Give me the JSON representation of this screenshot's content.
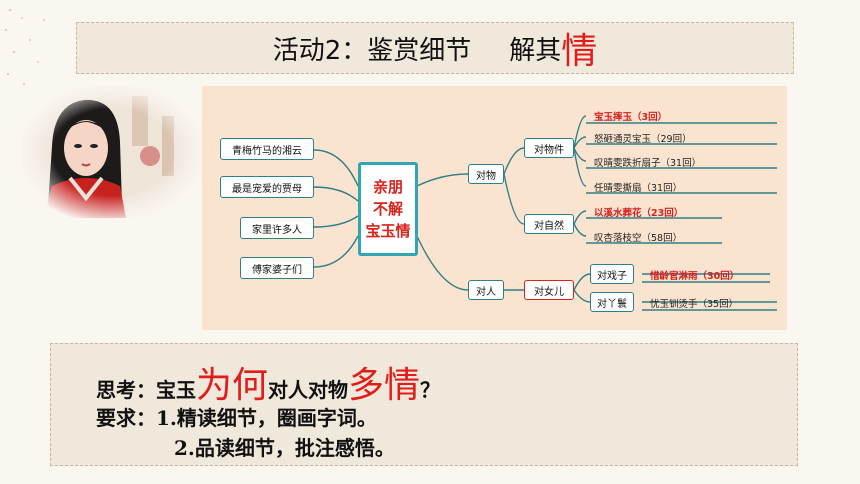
{
  "slide": {
    "title_main": "活动2：鉴赏细节",
    "title_part": "解其",
    "title_red": "情"
  },
  "mindmap": {
    "center_lines": [
      "亲朋",
      "不解",
      "宝玉情"
    ],
    "left_nodes": [
      "青梅竹马的湘云",
      "最是宠爱的贾母",
      "家里许多人",
      "傅家婆子们"
    ],
    "branch_objects": "对物",
    "branch_people": "对人",
    "sub_things": "对物件",
    "sub_nature": "对自然",
    "sub_girls": "对女儿",
    "sub_actor": "对戏子",
    "sub_maid": "对丫鬟",
    "leaves_things": [
      {
        "text": "宝玉摔玉（3回）",
        "color": "#d62020"
      },
      {
        "text": "怒砸通灵宝玉（29回）",
        "color": "#222222"
      },
      {
        "text": "叹晴雯跌折扇子（31回）",
        "color": "#222222"
      },
      {
        "text": "任晴雯撕扇（31回）",
        "color": "#222222"
      }
    ],
    "leaves_nature": [
      {
        "text": "以溪水葬花（23回）",
        "color": "#d62020"
      },
      {
        "text": "叹杏落枝空（58回）",
        "color": "#222222"
      }
    ],
    "leaf_actor": "惜龄官淋雨（30回）",
    "leaf_maid": "忧玉钏烫手（35回）"
  },
  "think": {
    "line1_a": "思考：宝玉",
    "line1_red1": "为何",
    "line1_b": "对人对物",
    "line1_red2": "多情",
    "line1_c": "？",
    "line2": "要求：1.精读细节，圈画字词。",
    "line3": "2.品读细节，批注感悟。"
  },
  "colors": {
    "accent_red": "#e21b1b",
    "node_border": "#2f7f88",
    "mindmap_bg": "#fbe4cf",
    "box_bg": "#f1e8dc"
  }
}
